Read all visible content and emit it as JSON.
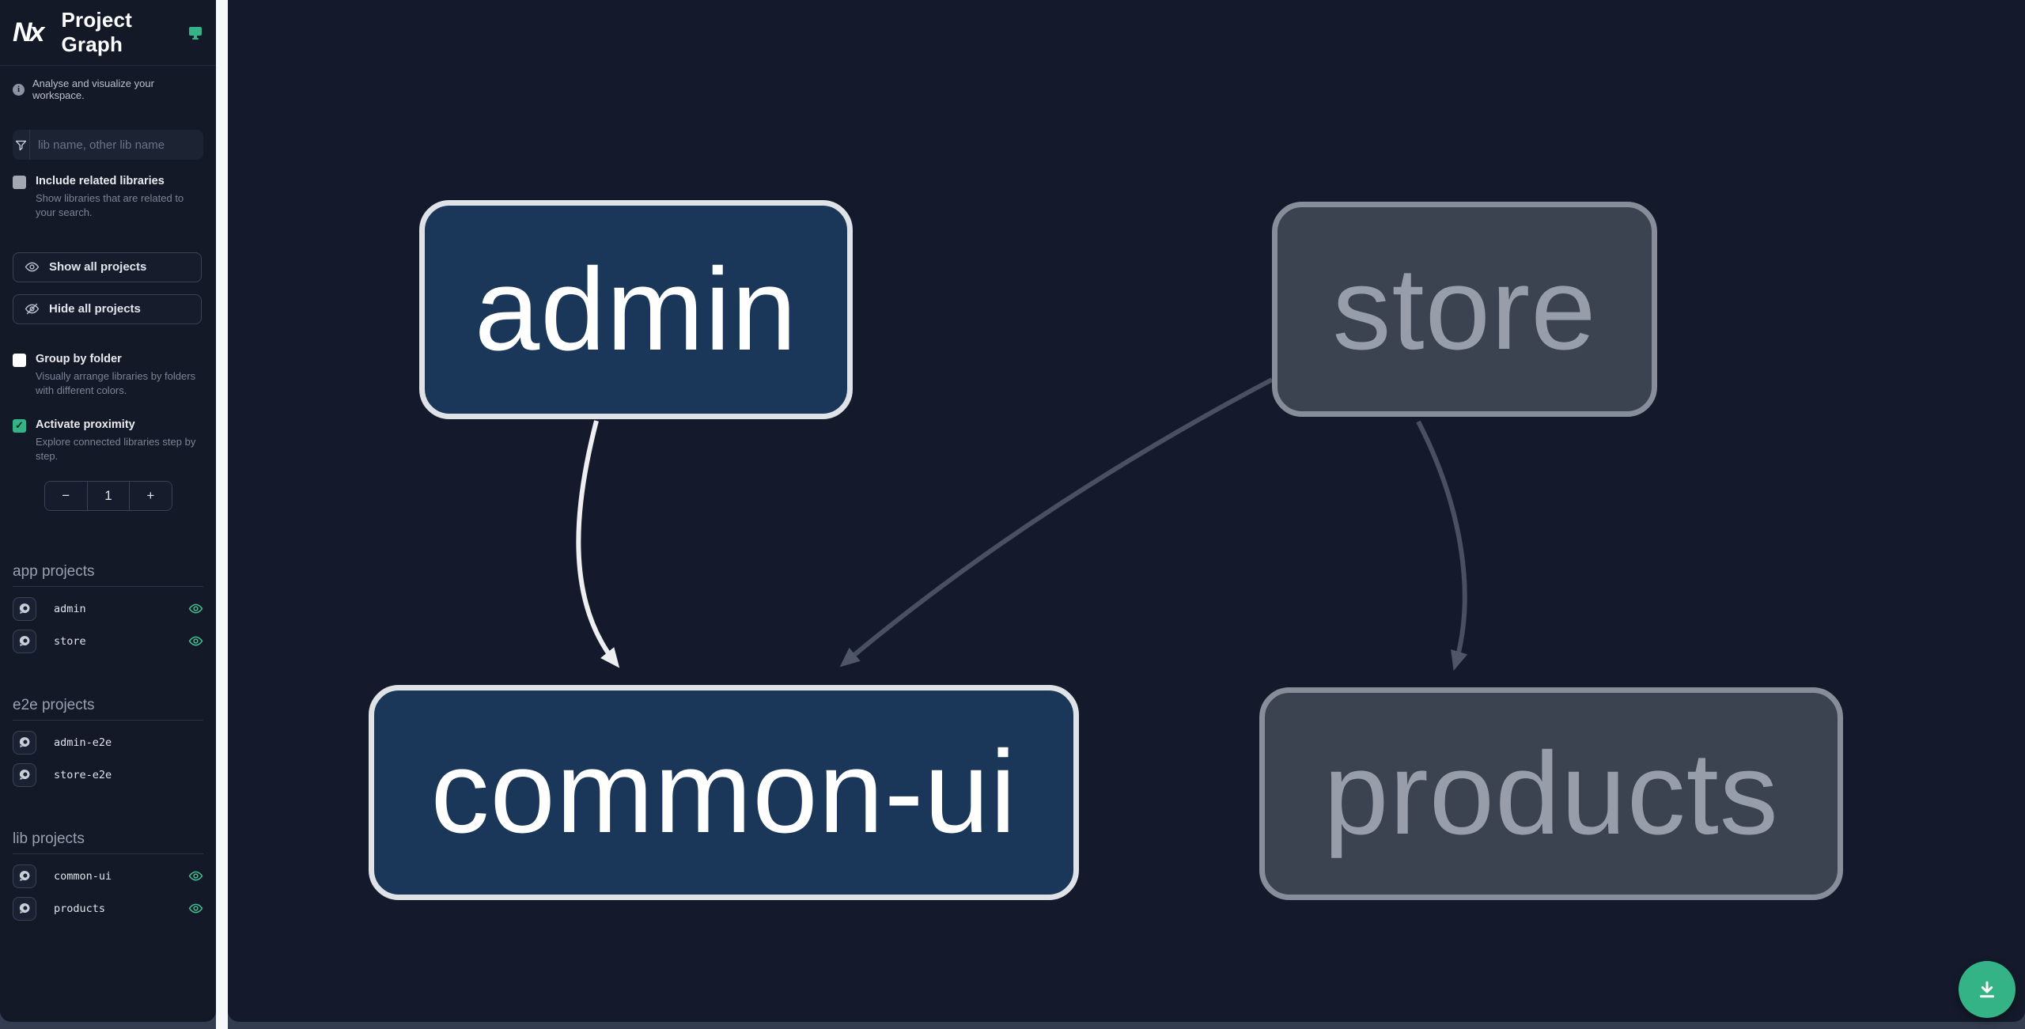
{
  "header": {
    "title": "Project Graph",
    "logo_text": "Nx"
  },
  "sidebar": {
    "tagline": "Analyse and visualize your workspace.",
    "search": {
      "value": "",
      "placeholder": "lib name, other lib name"
    },
    "toggles": [
      {
        "label": "Include related libraries",
        "description": "Show libraries that are related to your search.",
        "checked": false
      },
      {
        "label": "Group by folder",
        "description": "Visually arrange libraries by folders with different colors.",
        "checked": false
      },
      {
        "label": "Activate proximity",
        "description": "Explore connected libraries step by step.",
        "checked": true
      }
    ],
    "buttons": [
      {
        "label": "Show all projects"
      },
      {
        "label": "Hide all projects"
      }
    ],
    "proximity_stepper": {
      "decrement": "−",
      "value": "1",
      "increment": "+"
    },
    "sections": [
      {
        "title": "app projects",
        "items": [
          {
            "name": "admin",
            "eye_visible": true
          },
          {
            "name": "store",
            "eye_visible": true
          }
        ]
      },
      {
        "title": "e2e projects",
        "items": [
          {
            "name": "admin-e2e",
            "eye_visible": false
          },
          {
            "name": "store-e2e",
            "eye_visible": false
          }
        ]
      },
      {
        "title": "lib projects",
        "items": [
          {
            "name": "common-ui",
            "eye_visible": true
          },
          {
            "name": "products",
            "eye_visible": true
          }
        ]
      }
    ]
  },
  "graph": {
    "nodes": [
      {
        "id": "admin",
        "label": "admin",
        "state": "focused"
      },
      {
        "id": "store",
        "label": "store",
        "state": "unfocused"
      },
      {
        "id": "common-ui",
        "label": "common-ui",
        "state": "focused"
      },
      {
        "id": "products",
        "label": "products",
        "state": "unfocused"
      }
    ],
    "edges": [
      {
        "from": "admin",
        "to": "common-ui",
        "state": "focused"
      },
      {
        "from": "store",
        "to": "common-ui",
        "state": "unfocused"
      },
      {
        "from": "store",
        "to": "products",
        "state": "unfocused"
      }
    ]
  },
  "fab": {
    "icon": "download-icon"
  },
  "colors": {
    "accent": "#34b486",
    "sidebar_bg": "#141927",
    "canvas_bg": "#141a2b",
    "node_focused_fill": "#1a3658",
    "node_focused_border": "#dfe3e8",
    "node_unfocused_fill": "#3b4250",
    "node_unfocused_border": "#878d99",
    "edge_focused": "#efeff2",
    "edge_unfocused": "#49505f"
  }
}
